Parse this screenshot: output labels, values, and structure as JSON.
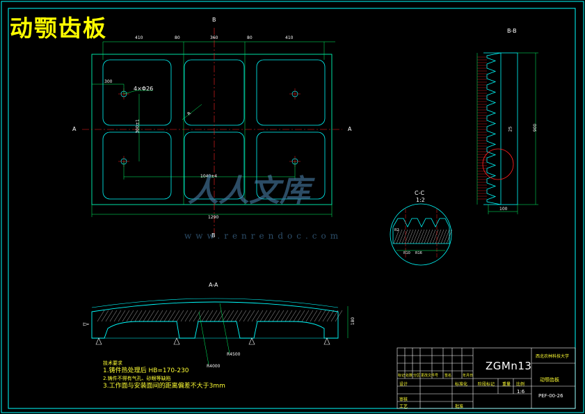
{
  "drawing": {
    "title": "动颚齿板",
    "section_bb": "B-B",
    "section_aa": "A-A",
    "section_cc": "C-C",
    "scale_cc": "1:2",
    "cut_a_left": "A",
    "cut_a_right": "A",
    "cut_b_top": "B",
    "cut_b_bottom": "B"
  },
  "front_view": {
    "dims_top": [
      "410",
      "80",
      "360",
      "80",
      "410"
    ],
    "overall_width": "1290",
    "hole_label": "4×Φ26",
    "dim_hole_left": "300",
    "dim_hole_spacing": "1040±4",
    "dim_vertical": "300±1",
    "dim_diag": "R"
  },
  "side_view": {
    "overall_height": "900",
    "dim_bottom": "100",
    "dim_mid": "25"
  },
  "aa_view": {
    "radius_outer": "R4000",
    "radius_inner": "R4500",
    "height": "180"
  },
  "cc_view": {
    "dims": [
      "R2",
      "R10",
      "R16"
    ]
  },
  "watermark": {
    "logo_text": "人人文库",
    "url": "www.renrendoc.com"
  },
  "notes": {
    "heading": "技术要求",
    "items": [
      "1.铸件热处理后 HB=170-230",
      "2.铸件不得有气孔、砂眼等缺陷",
      "3.工作面与安装面间的距离偏差不大于3mm"
    ]
  },
  "title_block": {
    "school": "西北农林科技大学",
    "material": "ZGMn13",
    "part_name": "动颚齿板",
    "drawing_no": "PEF-00-26",
    "scale": "1:6",
    "row_labels": [
      "标记",
      "处数",
      "分区",
      "更改文件号",
      "签名",
      "年月日"
    ],
    "designer": "设计",
    "checker": "审核",
    "craft": "工艺",
    "approve": "批准",
    "stage_label": "阶段标记",
    "weight_label": "重量",
    "scale_label": "比例",
    "standardize": "标准化"
  },
  "colors": {
    "frame": "#00ffff",
    "centerline": "#ff2020",
    "dimension": "#00ff66",
    "text": "#ffffff",
    "highlight": "#ffff00"
  }
}
